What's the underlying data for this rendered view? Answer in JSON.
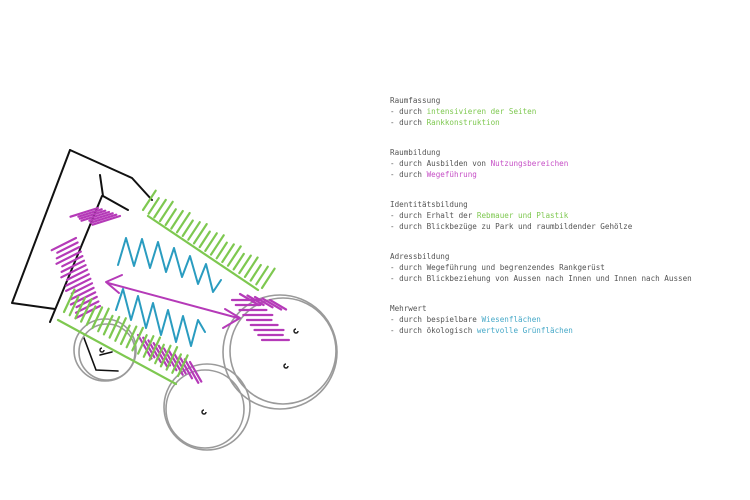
{
  "colors": {
    "green": "#7ec850",
    "magenta": "#b53ab8",
    "blue": "#2a9cc0",
    "grey": "#9a9a9a",
    "black": "#111111",
    "text": "#555555"
  },
  "legend": {
    "sections": [
      {
        "title": "Raumfassung",
        "items": [
          [
            {
              "t": "- durch "
            },
            {
              "t": "intensivieren der Seiten",
              "c": "green"
            }
          ],
          [
            {
              "t": "- durch "
            },
            {
              "t": "Rankkonstruktion",
              "c": "green"
            }
          ]
        ]
      },
      {
        "title": "Raumbildung",
        "items": [
          [
            {
              "t": "- durch Ausbilden von "
            },
            {
              "t": "Nutzungsbereichen",
              "c": "magenta"
            }
          ],
          [
            {
              "t": "- durch "
            },
            {
              "t": "Wegeführung",
              "c": "magenta"
            }
          ]
        ]
      },
      {
        "title": "Identitätsbildung",
        "items": [
          [
            {
              "t": "- durch Erhalt der "
            },
            {
              "t": "Rebmauer und Plastik",
              "c": "green"
            }
          ],
          [
            {
              "t": "- durch Blickbezüge zu Park und raumbildender Gehölze"
            }
          ]
        ]
      },
      {
        "title": "Adressbildung",
        "items": [
          [
            {
              "t": "- durch Wegeführung und begrenzendes Rankgerüst"
            }
          ],
          [
            {
              "t": "- durch Blickbeziehung von Aussen nach Innen und Innen nach Aussen"
            }
          ]
        ]
      },
      {
        "title": "Mehrwert",
        "items": [
          [
            {
              "t": "- durch bespielbare "
            },
            {
              "t": "Wiesenflächen",
              "c": "blue"
            }
          ],
          [
            {
              "t": "- durch ökologisch "
            },
            {
              "t": "wertvolle Grünflächen",
              "c": "blue"
            }
          ]
        ]
      }
    ]
  }
}
